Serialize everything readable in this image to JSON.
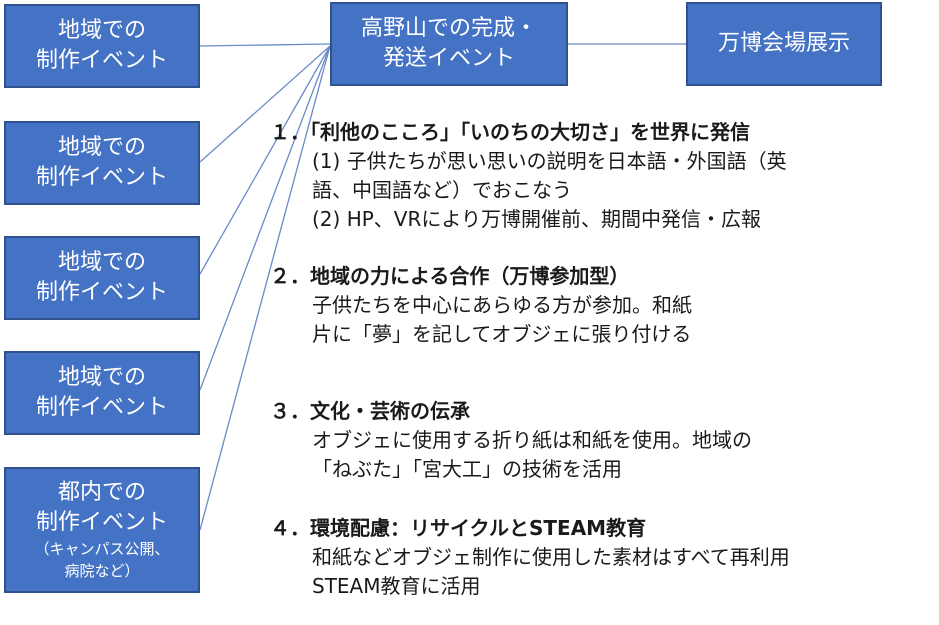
{
  "boxes": {
    "region1": {
      "line1": "地域での",
      "line2": "制作イベント"
    },
    "region2": {
      "line1": "地域での",
      "line2": "制作イベント"
    },
    "region3": {
      "line1": "地域での",
      "line2": "制作イベント"
    },
    "region4": {
      "line1": "地域での",
      "line2": "制作イベント"
    },
    "tokyo": {
      "line1": "都内での",
      "line2": "制作イベント",
      "note1": "（キャンパス公開、",
      "note2": "病院など）"
    },
    "koyasan": {
      "line1": "高野山での完成・",
      "line2": "発送イベント"
    },
    "expo": {
      "label": "万博会場展示"
    }
  },
  "items": [
    {
      "head": "１．「利他のこころ」「いのちの大切さ」を世界に発信",
      "lines": [
        "(1) 子供たちが思い思いの説明を日本語・外国語（英",
        "語、中国語など）でおこなう",
        "(2) HP、VRにより万博開催前、期間中発信・広報"
      ]
    },
    {
      "head": "２．地域の力による合作（万博参加型）",
      "lines": [
        "子供たちを中心にあらゆる方が参加。和紙",
        "片に「夢」を記してオブジェに張り付ける"
      ]
    },
    {
      "head": "３．文化・芸術の伝承",
      "lines": [
        "オブジェに使用する折り紙は和紙を使用。地域の",
        "「ねぶた」「宮大工」の技術を活用"
      ]
    },
    {
      "head": "４．環境配慮：リサイクルとSTEAM教育",
      "lines": [
        "和紙などオブジェ制作に使用した素材はすべて再利用",
        "STEAM教育に活用"
      ]
    }
  ]
}
